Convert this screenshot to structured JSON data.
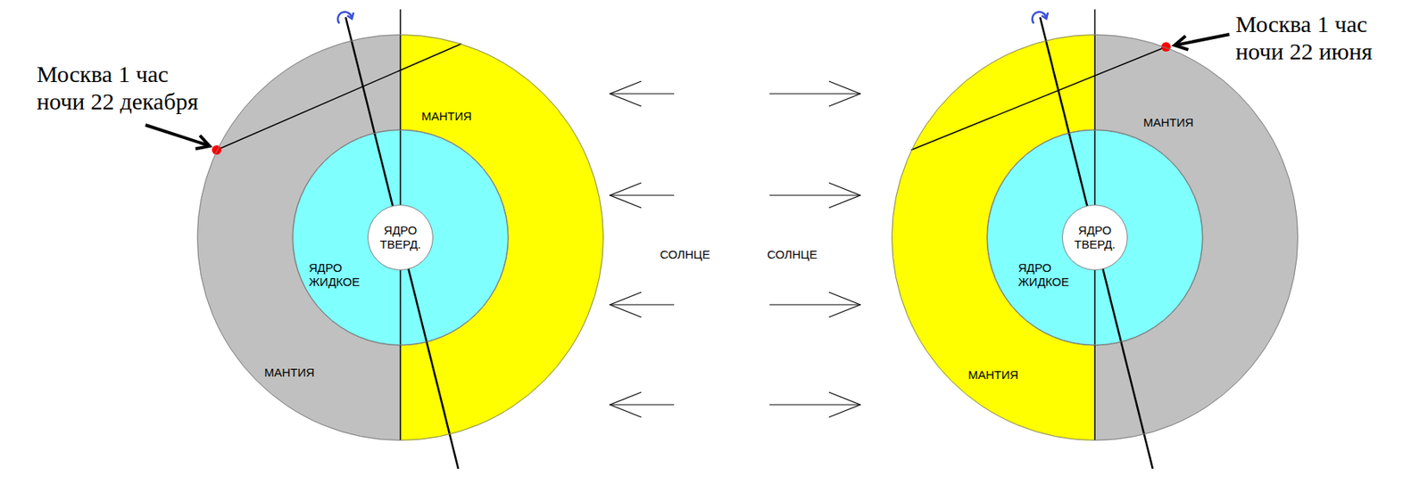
{
  "diagram": {
    "nodes": [
      {
        "text": [
          "МАНТИЯ",
          "МАНТИЯ"
        ]
      },
      {
        "text": [
          "ЯДРО ЖИДКОЕ"
        ],
        "in": 0
      },
      {
        "text": [
          "ЯДРО ТВЕРД."
        ],
        "in": 1
      },
      {
        "text": [
          "МАНТИЯ",
          "МАНТИЯ"
        ]
      },
      {
        "text": [
          "ЯДРО ЖИДКОЕ"
        ],
        "in": 3
      },
      {
        "text": [
          "ЯДРО ТВЕРД."
        ],
        "in": 4
      }
    ],
    "labels": [
      "Москва 1 час ночи 22 декабря",
      "Москва 1 час ночи 22 июня",
      "СОЛНЦЕ",
      "СОЛНЦЕ"
    ]
  }
}
